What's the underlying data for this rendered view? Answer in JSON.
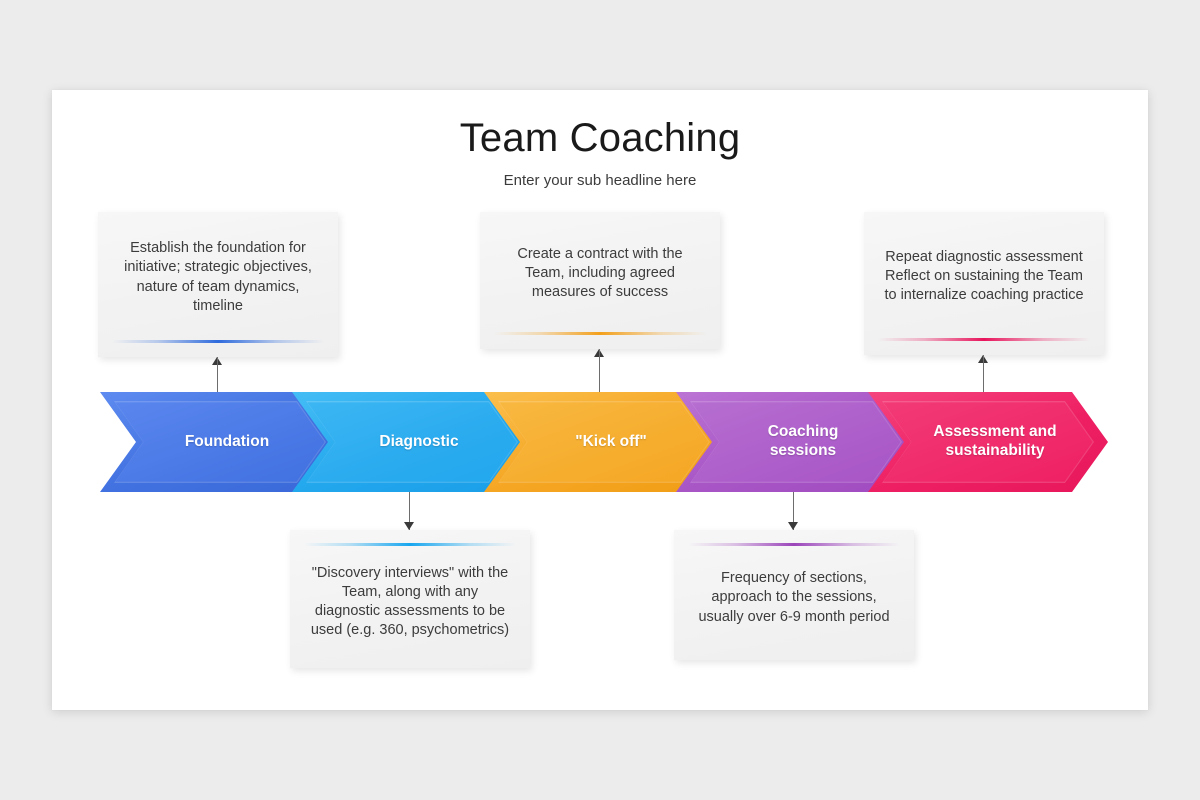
{
  "slide": {
    "title": "Team Coaching",
    "subtitle": "Enter your sub headline here",
    "background_color": "#ececec",
    "panel_color": "#ffffff"
  },
  "process": {
    "type": "chevron-process",
    "steps": [
      {
        "label": "Foundation",
        "color": "#4171e0",
        "color_light": "#5d8bf0",
        "inner_color": "#5a86ee",
        "accent": "#2f6bdd",
        "note_position": "top",
        "note": "Establish the foundation for\ninitiative; strategic objectives,\nnature of team dynamics,\ntimeline"
      },
      {
        "label": "Diagnostic",
        "color": "#22a7ed",
        "color_light": "#45bdf5",
        "inner_color": "#3cb6f3",
        "accent": "#17a6ef",
        "note_position": "bottom",
        "note": "\"Discovery interviews\" with the\nTeam, along with any\ndiagnostic assessments  to be\nused (e.g. 360, psychometrics)"
      },
      {
        "label": "\"Kick off\"",
        "color": "#f5a623",
        "color_light": "#fbbf4d",
        "inner_color": "#f8b841",
        "accent": "#f3a01b",
        "note_position": "top",
        "note": "Create a contract with the\nTeam, including agreed\nmeasures  of success"
      },
      {
        "label": "Coaching\nsessions",
        "color": "#a855c6",
        "color_light": "#bb74d4",
        "inner_color": "#b66ed0",
        "accent": "#9b45ba",
        "note_position": "bottom",
        "note": "Frequency of sections,\napproach to the sessions,\nusually over 6-9 month period"
      },
      {
        "label": "Assessment and\nsustainability",
        "color": "#ee1f63",
        "color_light": "#f5457e",
        "inner_color": "#f23a76",
        "accent": "#e8145c",
        "note_position": "top",
        "note": "Repeat diagnostic assessment\nReflect on sustaining the Team\nto internalize coaching practice"
      }
    ]
  }
}
